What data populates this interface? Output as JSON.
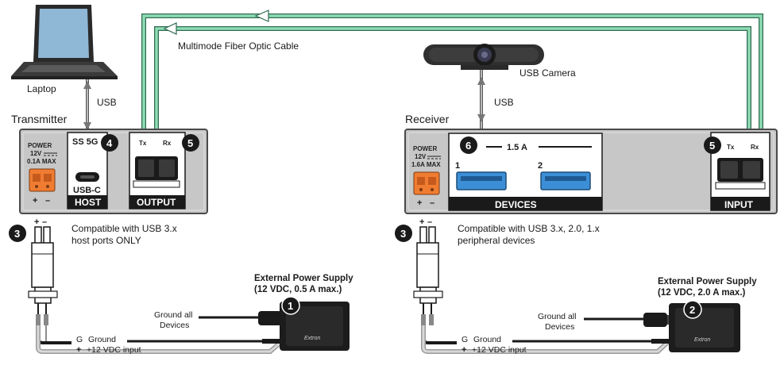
{
  "fiber_label": "Multimode Fiber Optic Cable",
  "transmitter": {
    "title": "Transmitter",
    "power": {
      "label": "POWER",
      "volts": "12V",
      "amps": "0.1A MAX"
    },
    "host_port_top": "SS 5G",
    "host_port_bottom": "USB-C",
    "host_label": "HOST",
    "output_label": "OUTPUT",
    "tx": "Tx",
    "rx": "Rx",
    "plus": "+",
    "minus": "–"
  },
  "receiver": {
    "title": "Receiver",
    "power": {
      "label": "POWER",
      "volts": "12V",
      "amps": "1.6A MAX"
    },
    "current": "1.5 A",
    "port1": "1",
    "port2": "2",
    "devices_label": "DEVICES",
    "input_label": "INPUT",
    "tx": "Tx",
    "rx": "Rx",
    "plus": "+",
    "minus": "–"
  },
  "laptop": {
    "label": "Laptop",
    "usb": "USB"
  },
  "camera": {
    "label": "USB Camera",
    "usb": "USB"
  },
  "tx_note": {
    "line1": "Compatible with USB 3.x",
    "line2": "host ports ONLY"
  },
  "rx_note": {
    "line1": "Compatible with USB 3.x, 2.0, 1.x",
    "line2": "peripheral devices"
  },
  "psu_left": {
    "title": "External Power Supply",
    "spec": "(12 VDC, 0.5 A max.)",
    "brand": "Extron"
  },
  "psu_right": {
    "title": "External Power Supply",
    "spec": "(12 VDC, 2.0 A max.)",
    "brand": "Extron"
  },
  "ground_all": {
    "line1": "Ground all",
    "line2": "Devices"
  },
  "wiring": {
    "g": "G",
    "ground": "Ground",
    "plus": "+",
    "input": "+12 VDC input",
    "term_plus": "+",
    "term_minus": "–"
  },
  "callouts": {
    "c1": "1",
    "c2": "2",
    "c3": "3",
    "c4": "4",
    "c5": "5",
    "c6": "6"
  },
  "colors": {
    "fiber": "#7fd1a6",
    "fiber_dark": "#2f6b52",
    "panel": "#c9c9c9",
    "black": "#1a1a1a",
    "usb_blue": "#3c8fd6",
    "power_orange": "#f07c32"
  }
}
